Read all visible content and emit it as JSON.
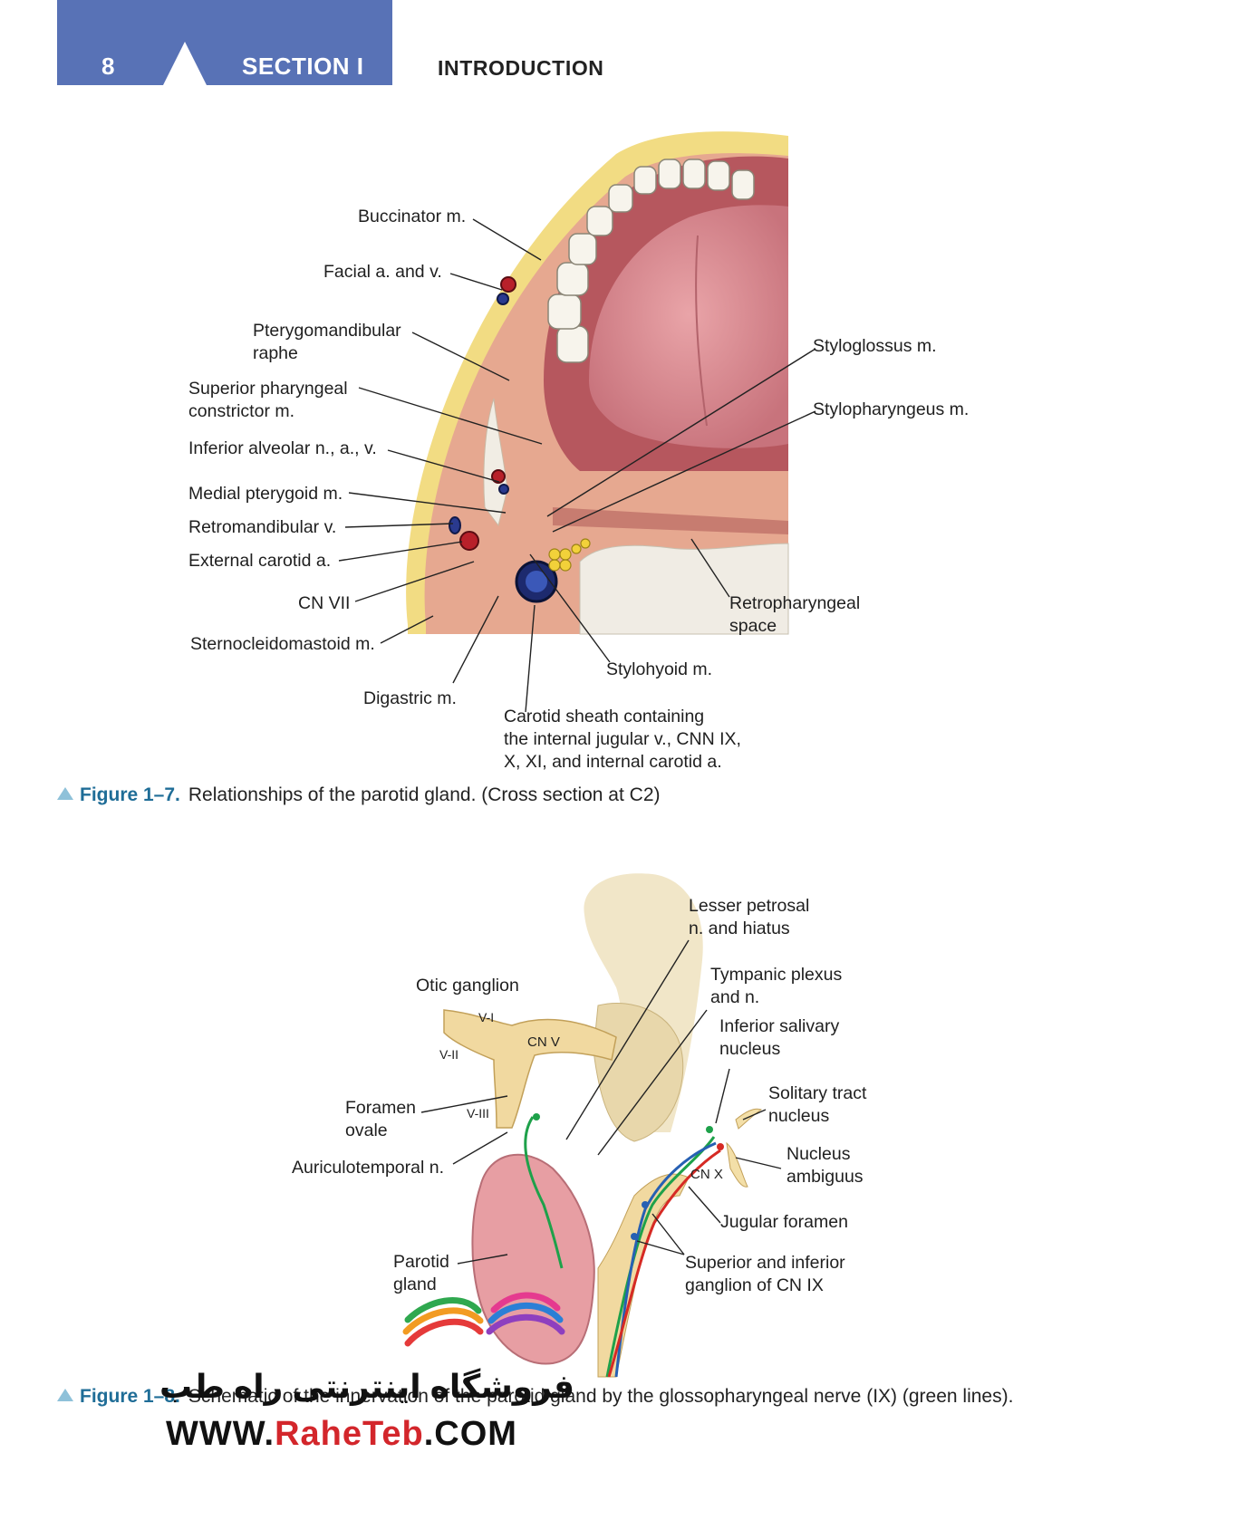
{
  "header": {
    "page_number": "8",
    "section": "SECTION I",
    "chapter": "INTRODUCTION",
    "tab_color": "#5872b6"
  },
  "figure1": {
    "labels": {
      "buccinator": "Buccinator m.",
      "facial": "Facial a. and v.",
      "pterygomandibular": "Pterygomandibular\nraphe",
      "superior_pharyngeal": "Superior pharyngeal\nconstrictor m.",
      "inferior_alveolar": "Inferior alveolar n., a., v.",
      "medial_pterygoid": "Medial pterygoid m.",
      "retromandibular": "Retromandibular v.",
      "external_carotid": "External carotid a.",
      "cn_vii": "CN VII",
      "sternocleidomastoid": "Sternocleidomastoid m.",
      "digastric": "Digastric m.",
      "carotid_sheath": "Carotid sheath containing\nthe internal jugular v., CNN IX,\nX, XI, and internal carotid a.",
      "stylohyoid": "Stylohyoid m.",
      "retropharyngeal": "Retropharyngeal\nspace",
      "styloglossus": "Styloglossus m.",
      "stylopharyngeus": "Stylopharyngeus m."
    },
    "caption_number": "Figure 1–7.",
    "caption_text": "Relationships of the parotid gland. (Cross section at C2)"
  },
  "figure2": {
    "labels": {
      "lesser_petrosal": "Lesser petrosal\nn. and hiatus",
      "otic_ganglion": "Otic ganglion",
      "tympanic_plexus": "Tympanic plexus\nand n.",
      "inferior_salivary": "Inferior salivary\nnucleus",
      "solitary_tract": "Solitary tract\nnucleus",
      "nucleus_ambiguus": "Nucleus\nambiguus",
      "foramen_ovale": "Foramen\novale",
      "auriculotemporal": "Auriculotemporal n.",
      "jugular_foramen": "Jugular foramen",
      "superior_inferior_ganglion": "Superior and inferior\nganglion of CN IX",
      "parotid_gland": "Parotid\ngland",
      "v_i": "V-I",
      "v_ii": "V-II",
      "v_iii": "V-III",
      "cn_v": "CN V",
      "cn_x": "CN X"
    },
    "caption_number": "Figure 1–8.",
    "caption_text_visible": "Schematic of the innervation of the parotid gland by the glossopharyngeal nerve (IX) (green lines)."
  },
  "watermark": {
    "persian": "فروشگاه اینترنتی راه طب",
    "url_prefix": "WWW.",
    "url_red": "RaheTeb",
    "url_suffix": ".COM"
  }
}
